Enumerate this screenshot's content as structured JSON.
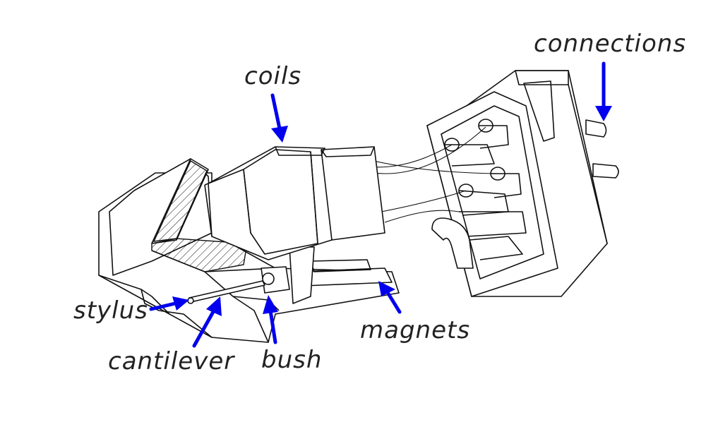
{
  "labels": {
    "connections": "connections",
    "coils": "coils",
    "stylus": "stylus",
    "cantilever": "cantilever",
    "bush": "bush",
    "magnets": "magnets"
  },
  "colors": {
    "arrow": "#0000ee",
    "line": "#111111",
    "background": "#ffffff"
  }
}
